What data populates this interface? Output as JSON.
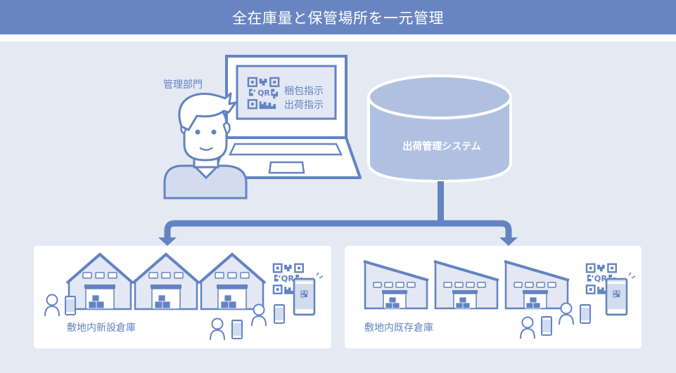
{
  "header": {
    "title": "全在庫量と保管場所を一元管理"
  },
  "management": {
    "label": "管理部門",
    "screen_lines": [
      "梱包指示",
      "出荷指示"
    ],
    "qr_text": "QR"
  },
  "system": {
    "label": "出荷管理システム"
  },
  "warehouses": [
    {
      "label": "敷地内新設倉庫",
      "type": "gable-roof",
      "count": 3
    },
    {
      "label": "敷地内既存倉庫",
      "type": "slanted-roof",
      "count": 3
    }
  ],
  "colors": {
    "header_bg": "#6885c1",
    "canvas_bg": "#e5e9f3",
    "accent": "#6383c2",
    "cylinder_fill": "#b0c0e0",
    "light_fill": "#d3dcee"
  }
}
